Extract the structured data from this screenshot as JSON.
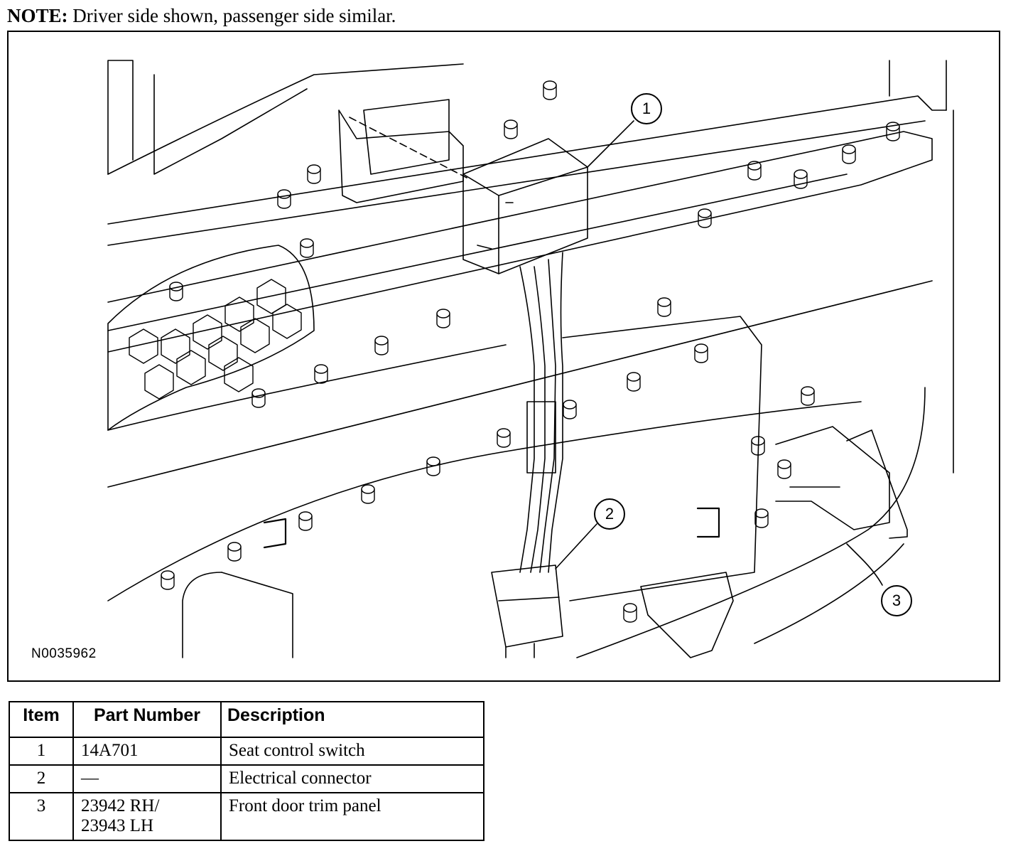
{
  "note": {
    "label": "NOTE:",
    "text": "Driver side shown, passenger side similar."
  },
  "figure": {
    "id": "N0035962",
    "callouts": [
      "1",
      "2",
      "3"
    ]
  },
  "parts_table": {
    "headers": [
      "Item",
      "Part Number",
      "Description"
    ],
    "rows": [
      {
        "item": "1",
        "part": "14A701",
        "part2": "",
        "description": "Seat control switch"
      },
      {
        "item": "2",
        "part": "—",
        "part2": "",
        "description": "Electrical connector"
      },
      {
        "item": "3",
        "part": "23942 RH/",
        "part2": "23943 LH",
        "description": "Front door trim panel"
      }
    ]
  }
}
